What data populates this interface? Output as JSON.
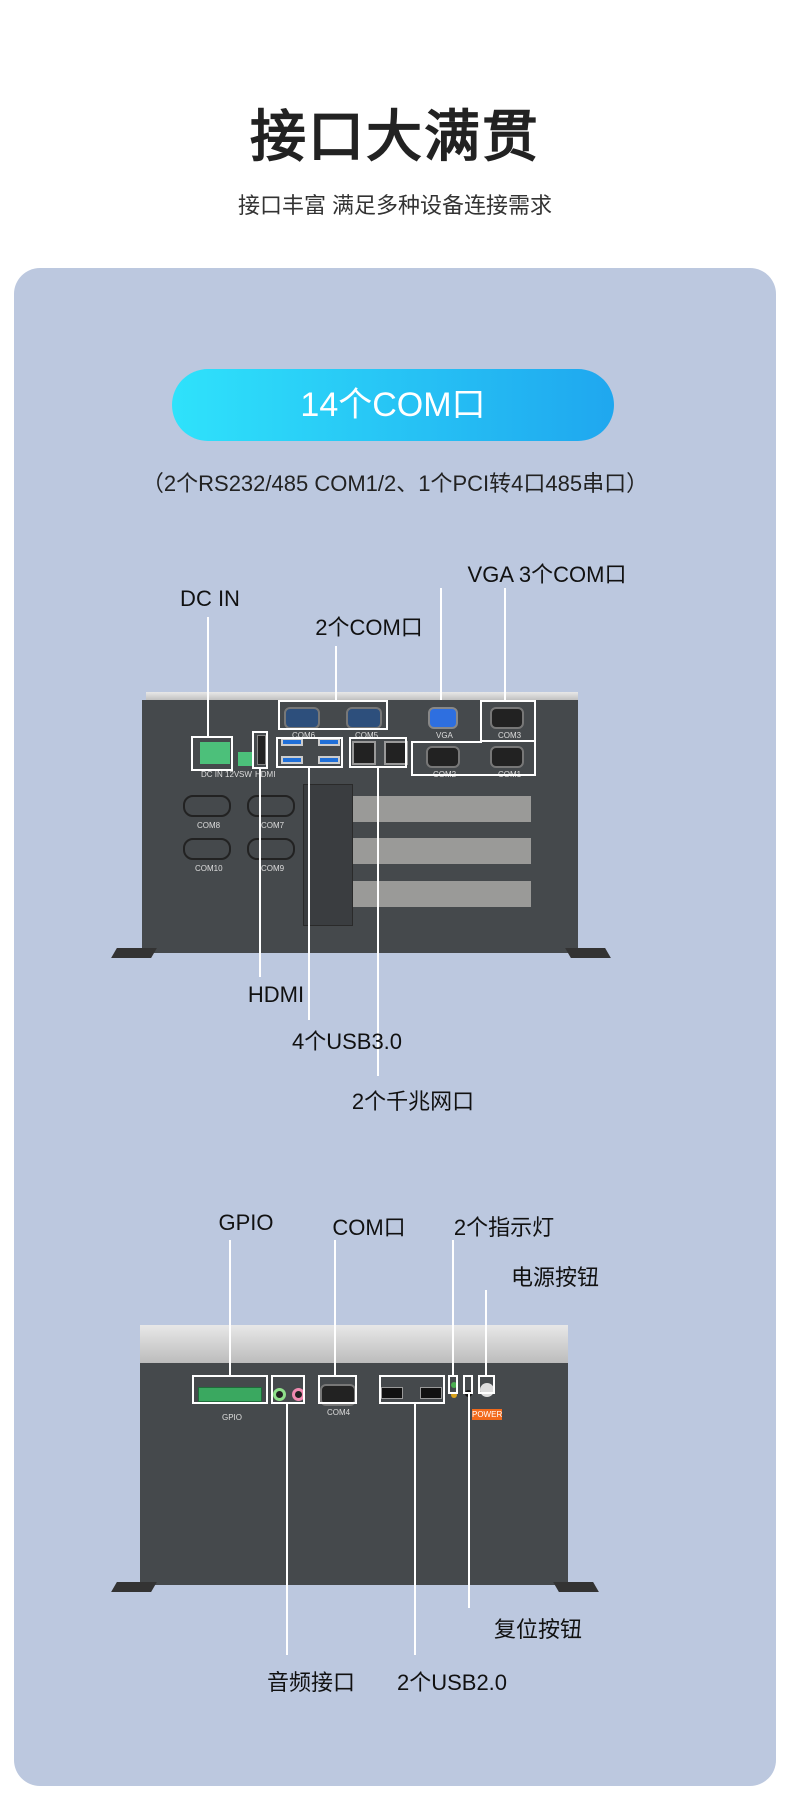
{
  "header": {
    "title": "接口大满贯",
    "subtitle": "接口丰富 满足多种设备连接需求"
  },
  "badge": {
    "label": "14个COM口",
    "note": "（2个RS232/485 COM1/2、1个PCI转4口485串口）"
  },
  "rear": {
    "labels": {
      "dc_in": "DC IN",
      "com_pair": "2个COM口",
      "vga_com": "VGA 3个COM口",
      "hdmi": "HDMI",
      "usb3": "4个USB3.0",
      "lan": "2个千兆网口"
    },
    "silk": {
      "dc": "DC IN 12V",
      "sw": "SW",
      "hdmi": "HDMI",
      "com6": "COM6",
      "com5": "COM5",
      "vga": "VGA",
      "com3": "COM3",
      "com2": "COM2",
      "com1": "COM1",
      "com8": "COM8",
      "com7": "COM7",
      "com10": "COM10",
      "com9": "COM9"
    }
  },
  "front": {
    "labels": {
      "gpio": "GPIO",
      "com": "COM口",
      "leds": "2个指示灯",
      "power": "电源按钮",
      "reset": "复位按钮",
      "audio": "音频接口",
      "usb2": "2个USB2.0"
    },
    "silk": {
      "gpio": "GPIO",
      "com4": "COM4",
      "power": "POWER"
    }
  },
  "colors": {
    "panel": "#bcc8df",
    "pill_start": "#2fe2fb",
    "pill_end": "#1fa7ef",
    "power_badge": "#f26a1b"
  }
}
